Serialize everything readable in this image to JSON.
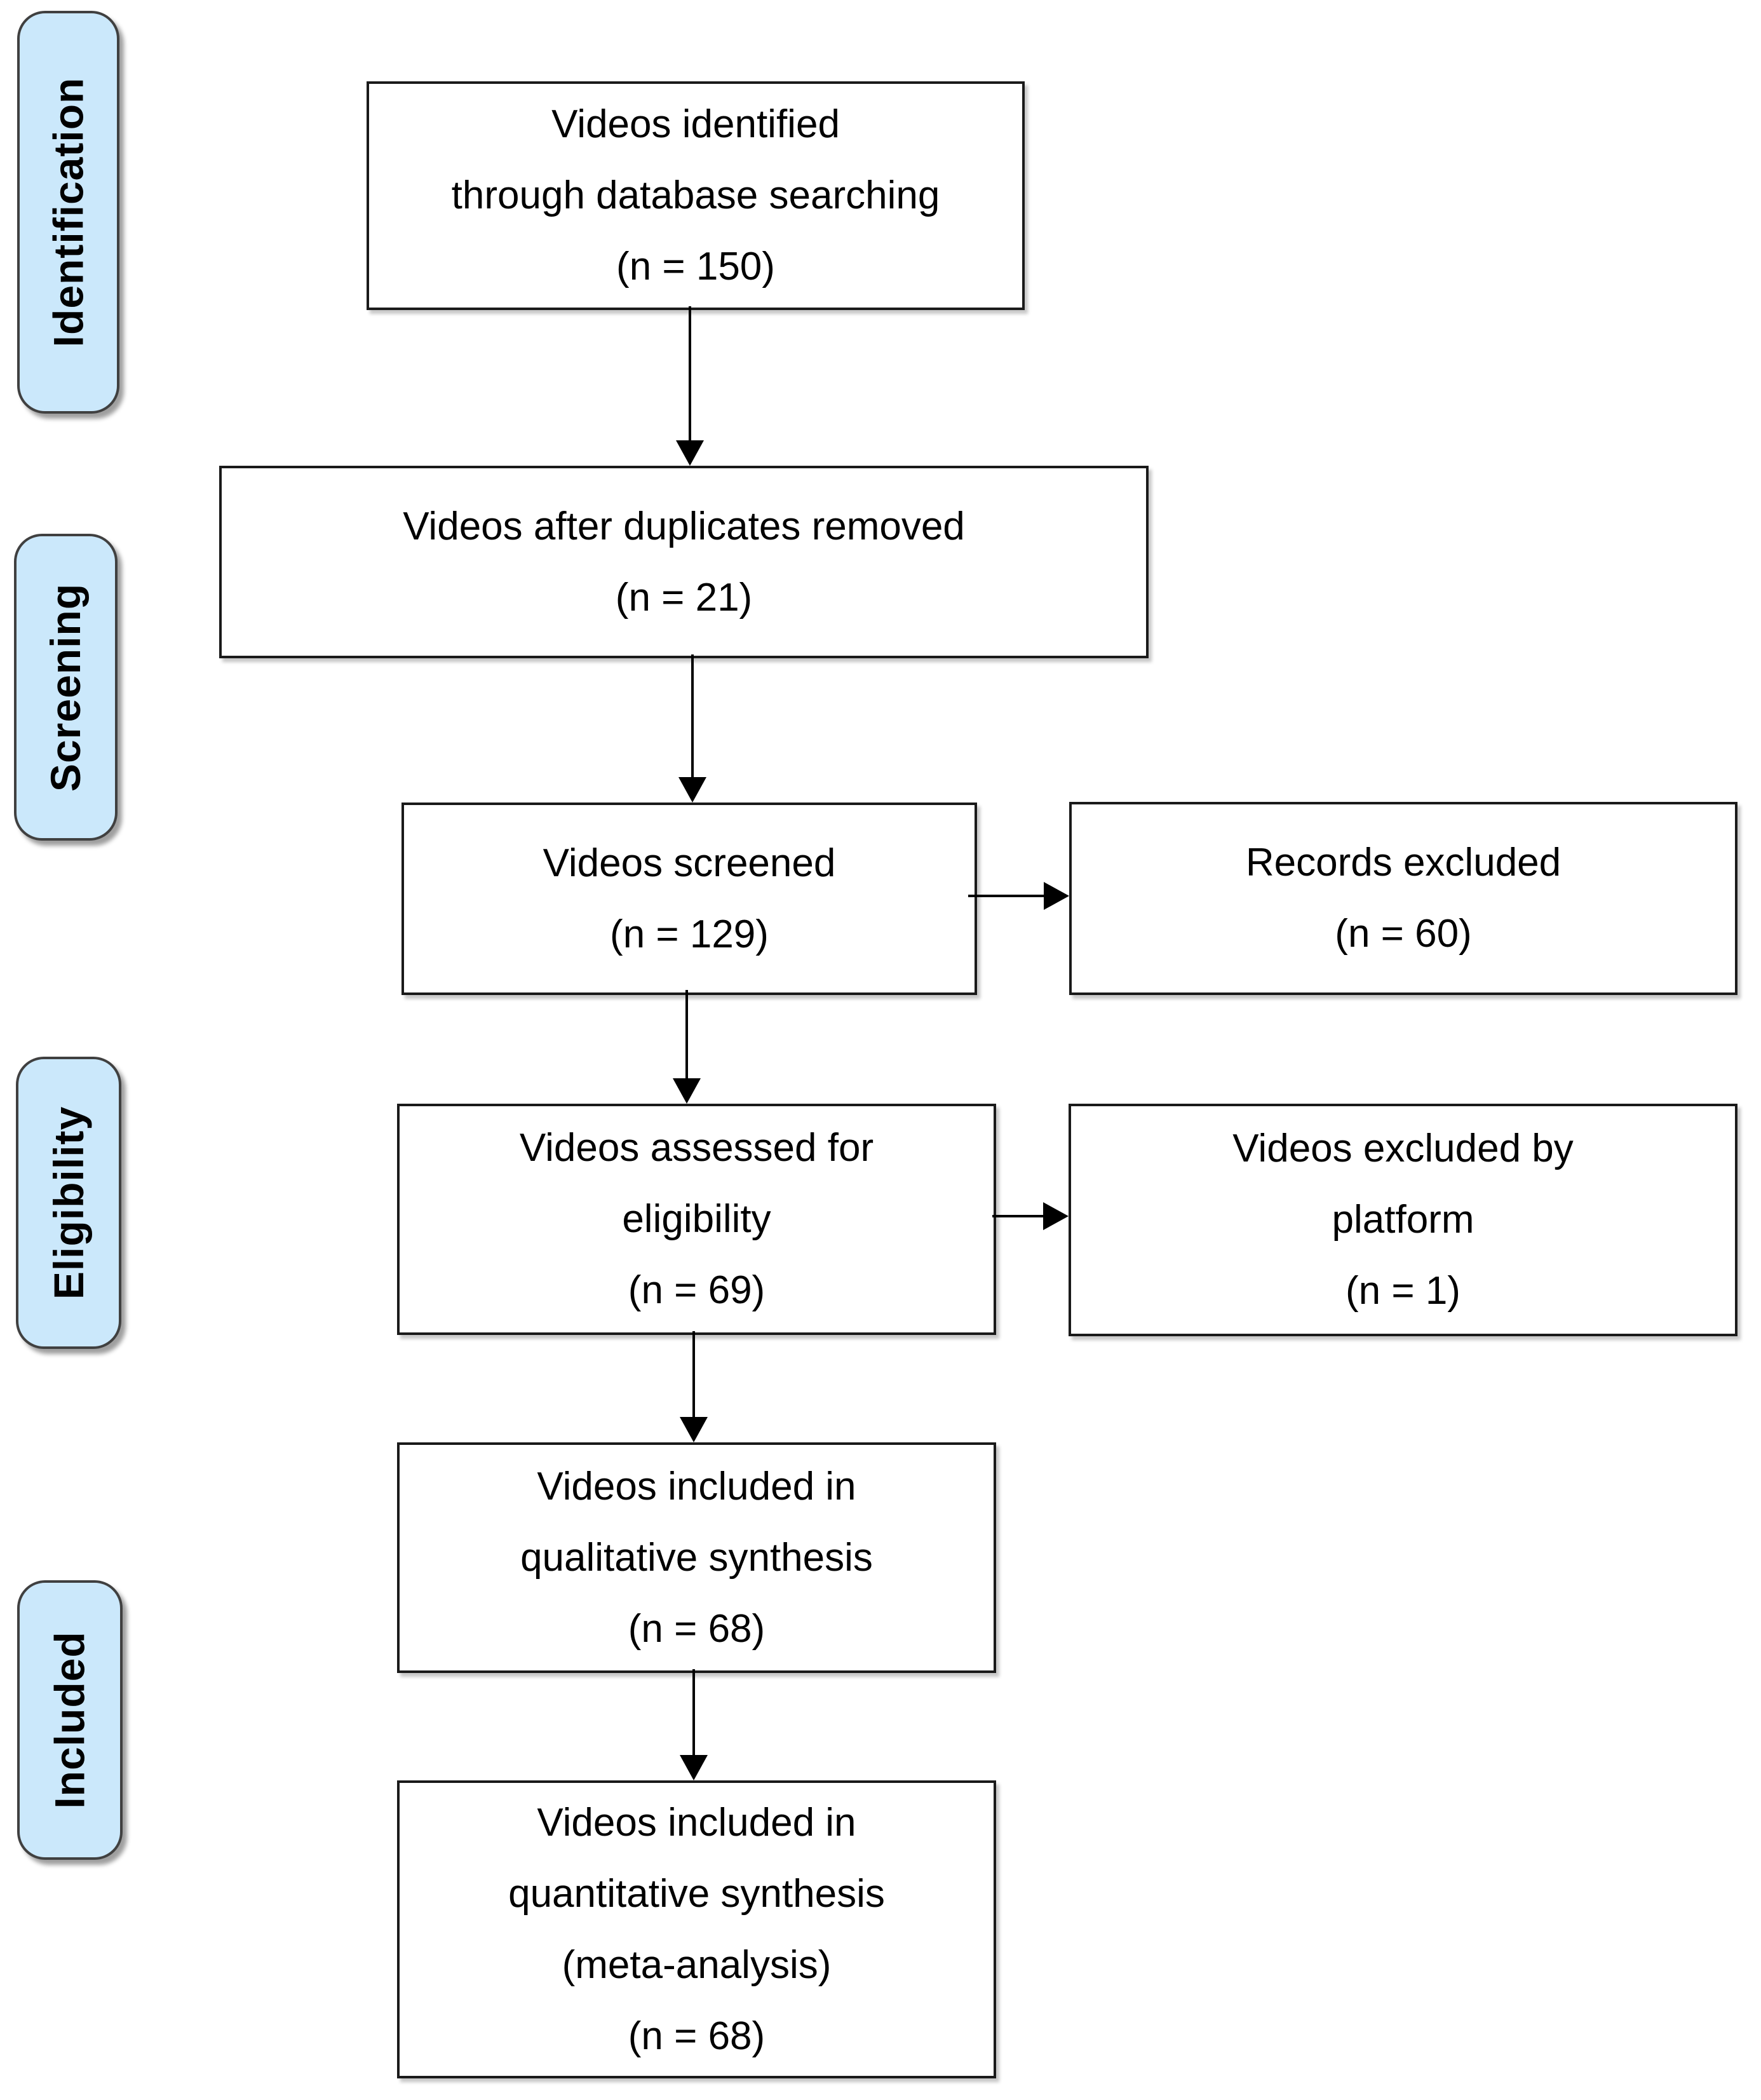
{
  "diagram": {
    "kind": "prisma-flow-diagram",
    "stage_labels": [
      "Identification",
      "Screening",
      "Eligibility",
      "Included"
    ],
    "boxes": {
      "identified": "Videos identified\nthrough database searching\n(n = 150)",
      "duplicates_removed": "Videos after duplicates removed\n(n = 21)",
      "screened": "Videos screened\n(n = 129)",
      "records_excluded": "Records excluded\n(n = 60)",
      "assessed_eligibility": "Videos assessed for\neligibility\n(n = 69)",
      "excluded_platform": "Videos excluded by\nplatform\n(n = 1)",
      "qualitative_synthesis": "Videos included in\nqualitative synthesis\n(n = 68)",
      "quantitative_synthesis": "Videos included in\nquantitative synthesis\n(meta-analysis)\n(n = 68)"
    },
    "counts": {
      "identified": 150,
      "after_duplicates_removed": 21,
      "screened": 129,
      "records_excluded": 60,
      "assessed_for_eligibility": 69,
      "excluded_by_platform": 1,
      "qualitative_synthesis": 68,
      "quantitative_synthesis": 68
    },
    "colors": {
      "stage_label_fill": "#cbe8fb",
      "stage_label_border": "#404040",
      "box_fill": "#ffffff",
      "box_border": "#1a1a1a",
      "arrow": "#000000",
      "background": "#ffffff",
      "text": "#000000"
    }
  }
}
